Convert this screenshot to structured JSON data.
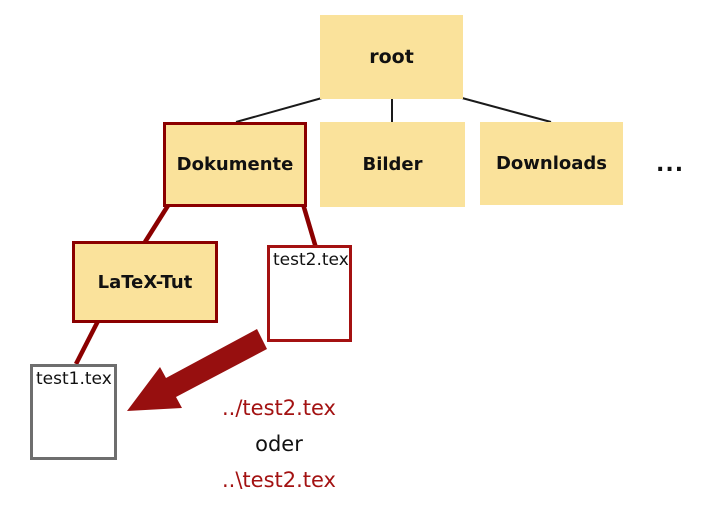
{
  "diagram": {
    "nodes": {
      "root": {
        "label": "root",
        "type": "folder"
      },
      "dokumente": {
        "label": "Dokumente",
        "type": "folder"
      },
      "bilder": {
        "label": "Bilder",
        "type": "folder"
      },
      "downloads": {
        "label": "Downloads",
        "type": "folder"
      },
      "more": {
        "label": "...",
        "type": "ellipsis"
      },
      "latex_tut": {
        "label": "LaTeX-Tut",
        "type": "folder"
      },
      "test2": {
        "label": "test2.tex",
        "type": "file"
      },
      "test1": {
        "label": "test1.tex",
        "type": "file"
      }
    },
    "annotation": {
      "unix_path": "../test2.tex",
      "conjunction": "oder",
      "windows_path": "..\\test2.tex"
    },
    "colors": {
      "folder_fill": "#FAE29B",
      "highlight_border": "#8B0000",
      "file_border_red": "#A41111",
      "file_border_gray": "#6E6E6E",
      "edge_black": "#1A1A1A",
      "edge_red": "#8B0000",
      "arrow_fill": "#970F0F",
      "path_text_red": "#A31212",
      "background": "#FFFFFF"
    }
  }
}
